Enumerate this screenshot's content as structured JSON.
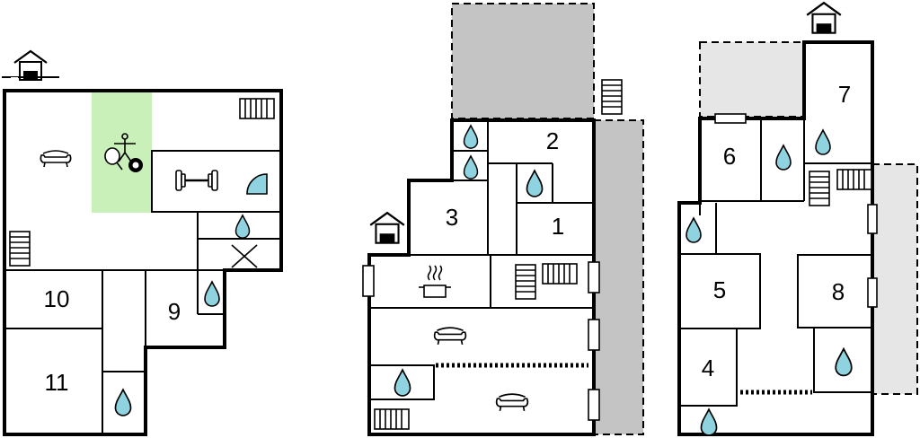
{
  "colors": {
    "wall": "#000000",
    "background": "#ffffff",
    "terrace_dark": "#c4c4c4",
    "terrace_light": "#e6e6e6",
    "games_area": "#c8f0b8",
    "water": "#8fd3e0"
  },
  "floors": [
    {
      "name": "floor-left",
      "rooms": [
        {
          "id": "room-9",
          "label": "9"
        },
        {
          "id": "room-10",
          "label": "10"
        },
        {
          "id": "room-11",
          "label": "11"
        }
      ],
      "icons": [
        "house-entrance-icon",
        "sofa-icon",
        "table-tennis-icon",
        "billiard-ball-icon",
        "dumbbell-icon",
        "shower-icon",
        "water-drop-icon",
        "stairs-icon",
        "cross-icon"
      ]
    },
    {
      "name": "floor-middle",
      "rooms": [
        {
          "id": "room-1",
          "label": "1"
        },
        {
          "id": "room-2",
          "label": "2"
        },
        {
          "id": "room-3",
          "label": "3"
        }
      ],
      "icons": [
        "house-entrance-icon",
        "cooking-pot-icon",
        "sofa-icon",
        "water-drop-icon",
        "stairs-icon",
        "window-icon"
      ]
    },
    {
      "name": "floor-right",
      "rooms": [
        {
          "id": "room-4",
          "label": "4"
        },
        {
          "id": "room-5",
          "label": "5"
        },
        {
          "id": "room-6",
          "label": "6"
        },
        {
          "id": "room-7",
          "label": "7"
        },
        {
          "id": "room-8",
          "label": "8"
        }
      ],
      "icons": [
        "house-entrance-icon",
        "water-drop-icon",
        "stairs-icon",
        "window-icon"
      ]
    }
  ]
}
